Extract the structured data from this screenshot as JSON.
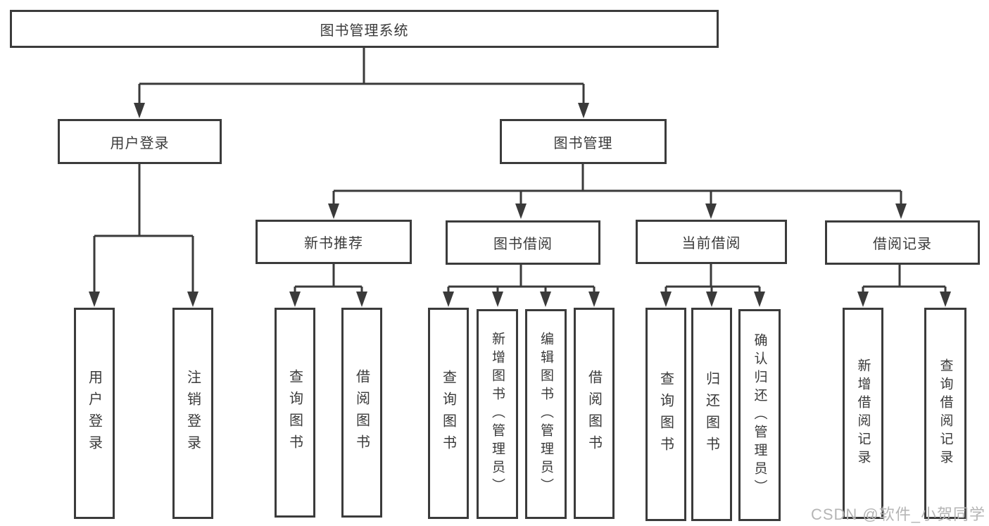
{
  "diagram": {
    "root": "图书管理系统",
    "branches": {
      "user_login": {
        "label": "用户登录",
        "children": [
          "用户登录",
          "注销登录"
        ]
      },
      "book_management": {
        "label": "图书管理",
        "groups": {
          "new_book_recommend": {
            "label": "新书推荐",
            "children": [
              "查询图书",
              "借阅图书"
            ]
          },
          "book_borrow": {
            "label": "图书借阅",
            "children": [
              "查询图书",
              "新增图书（管理员）",
              "编辑图书（管理员）",
              "借阅图书"
            ]
          },
          "current_borrow": {
            "label": "当前借阅",
            "children": [
              "查询图书",
              "归还图书",
              "确认归还（管理员）"
            ]
          },
          "borrow_records": {
            "label": "借阅记录",
            "children": [
              "新增借阅记录",
              "查询借阅记录"
            ]
          }
        }
      }
    }
  },
  "watermark": "CSDN @软件_小贺同学",
  "colors": {
    "line": "#3a3a3a",
    "box_border": "#3b3b3b",
    "text": "#3a3a3a",
    "watermark": "#b5b5b5",
    "background": "#ffffff"
  }
}
